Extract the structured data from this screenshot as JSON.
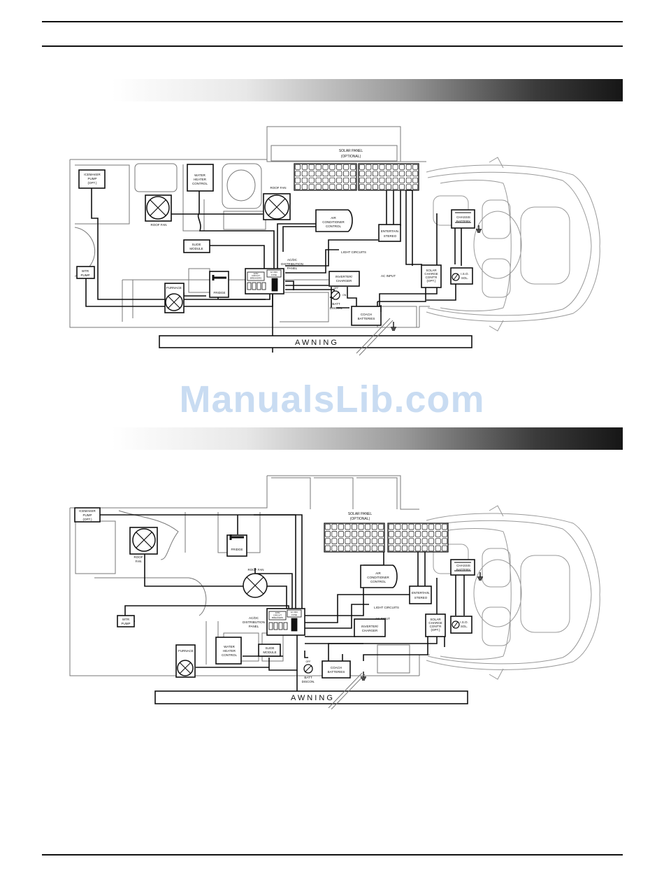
{
  "watermark": "ManualsLib.com",
  "diagrams": [
    {
      "labels": {
        "solar_panel": "SOLAR PANEL",
        "solar_panel_opt": "(OPTIONAL)",
        "icemaker_pump": [
          "ICEMAKER",
          "PUMP",
          "(OPT.)"
        ],
        "water_heater": [
          "WATER",
          "HEATER",
          "CONTROL"
        ],
        "roof_fan_left": "ROOF FAN",
        "roof_fan_right": "ROOF FAN",
        "air_conditioner": [
          "AIR",
          "CONDITIONER",
          "CONTROL"
        ],
        "entertain": [
          "ENTERTAIN.",
          "STEREO"
        ],
        "light_circuits": "LIGHT CIRCUITS",
        "slide_module": [
          "SLIDE",
          "MODULE"
        ],
        "distribution_panel": [
          "AC/DC",
          "DISTRIBUTION",
          "PANEL"
        ],
        "breakers": [
          "120V",
          "CIRCUIT",
          "BREAKERS"
        ],
        "fuse": [
          "12 VDC",
          "FUSE"
        ],
        "wtr_pump": [
          "WTR",
          "PUMP"
        ],
        "furnace": "FURNACE",
        "fridge": "FRIDGE",
        "inverter": [
          "INVERTER/",
          "CHARGER"
        ],
        "ac_input": "AC INPUT",
        "solar_charge": [
          "SOLAR",
          "CHARGE",
          "CONT'R",
          "(OPT.)"
        ],
        "chassis_battery": [
          "CHASSIS",
          "BATTERY"
        ],
        "isol": [
          "I.S.O.",
          "SOL."
        ],
        "batt_discon": [
          "BATT",
          "DISCON."
        ],
        "coach_batteries": [
          "COACH",
          "BATTERIES"
        ],
        "off": "OFF",
        "on": "ON",
        "awning": "A W N I N G"
      }
    },
    {
      "labels": {
        "icemaker_pump": [
          "ICEMAKER",
          "PUMP",
          "(OPT.)"
        ],
        "roof_fan_left": [
          "ROOF",
          "FAN"
        ],
        "fridge": "FRIDGE",
        "solar_panel": "SOLAR PANEL",
        "solar_panel_opt": "(OPTIONAL)",
        "roof_fan_mid": "ROOF FAN",
        "air_conditioner": [
          "AIR",
          "CONDITIONER",
          "CONTROL"
        ],
        "entertain": [
          "ENTERTAIN.",
          "STEREO"
        ],
        "light_circuits": "LIGHT CIRCUITS",
        "wtr_pump": [
          "WTR",
          "PUMP"
        ],
        "distribution_panel": [
          "AC/DC",
          "DISTRIBUTION",
          "PANEL"
        ],
        "breakers": [
          "120V",
          "CIRCUIT",
          "BREAKERS"
        ],
        "fuse": [
          "12 VDC",
          "FUSE"
        ],
        "ac_input": "AC INPUT",
        "inverter": [
          "INVERTER/",
          "CHARGER"
        ],
        "solar_charge": [
          "SOLAR",
          "CHARGE",
          "CONT'R",
          "(OPT.)"
        ],
        "chassis_battery": [
          "CHASSIS",
          "BATTERY"
        ],
        "isol": [
          "I.S.O.",
          "SOL."
        ],
        "furnace": "FURNACE",
        "water_heater": [
          "WATER",
          "HEATER",
          "CONTROL"
        ],
        "slide_module": [
          "SLIDE",
          "MODULE"
        ],
        "batt_discon": [
          "BATT",
          "DISCON."
        ],
        "coach_batteries": [
          "COACH",
          "BATTERIES"
        ],
        "off": "OFF",
        "awning": "A W N I N G"
      }
    }
  ]
}
